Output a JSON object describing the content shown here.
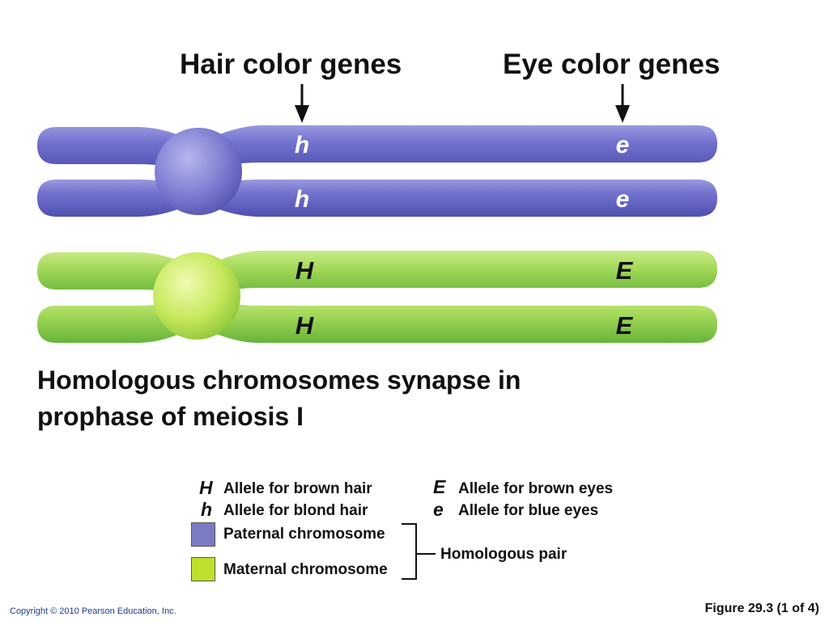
{
  "labels": {
    "hair_genes": "Hair color genes",
    "eye_genes": "Eye color genes"
  },
  "chromosomes": {
    "paternal": {
      "color": "#6b6bc8",
      "alleles": [
        [
          "h",
          "e"
        ],
        [
          "h",
          "e"
        ]
      ]
    },
    "maternal": {
      "color": "#a8d85a",
      "alleles": [
        [
          "H",
          "E"
        ],
        [
          "H",
          "E"
        ]
      ]
    }
  },
  "caption": {
    "line1": "Homologous chromosomes synapse in",
    "line2": "prophase of meiosis I"
  },
  "legend": {
    "alleles": [
      {
        "symbol": "H",
        "text": "Allele for brown hair"
      },
      {
        "symbol": "h",
        "text": "Allele for blond hair"
      },
      {
        "symbol": "E",
        "text": "Allele for brown eyes"
      },
      {
        "symbol": "e",
        "text": "Allele for blue eyes"
      }
    ],
    "paternal": {
      "text": "Paternal chromosome",
      "color": "#7b7bc4"
    },
    "maternal": {
      "text": "Maternal chromosome",
      "color": "#bde02e"
    },
    "pair": "Homologous pair"
  },
  "footer": {
    "copyright": "Copyright © 2010 Pearson Education, Inc.",
    "figure": "Figure 29.3 (1 of 4)"
  }
}
